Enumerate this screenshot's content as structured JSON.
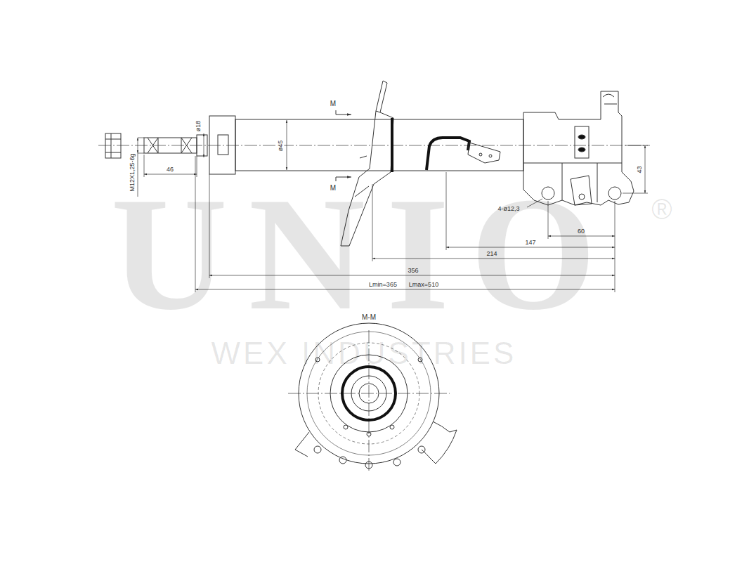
{
  "diagram": {
    "labels": [
      "M",
      "M",
      "ø18",
      "ø45",
      "M12X1,25-6g",
      "46",
      "43",
      "4-ø12,3",
      "60",
      "147",
      "214",
      "356",
      "Lmin=365",
      "Lmax=510",
      "M-M",
      "UNIO",
      "®",
      "WEX INDUSTRIES"
    ]
  }
}
